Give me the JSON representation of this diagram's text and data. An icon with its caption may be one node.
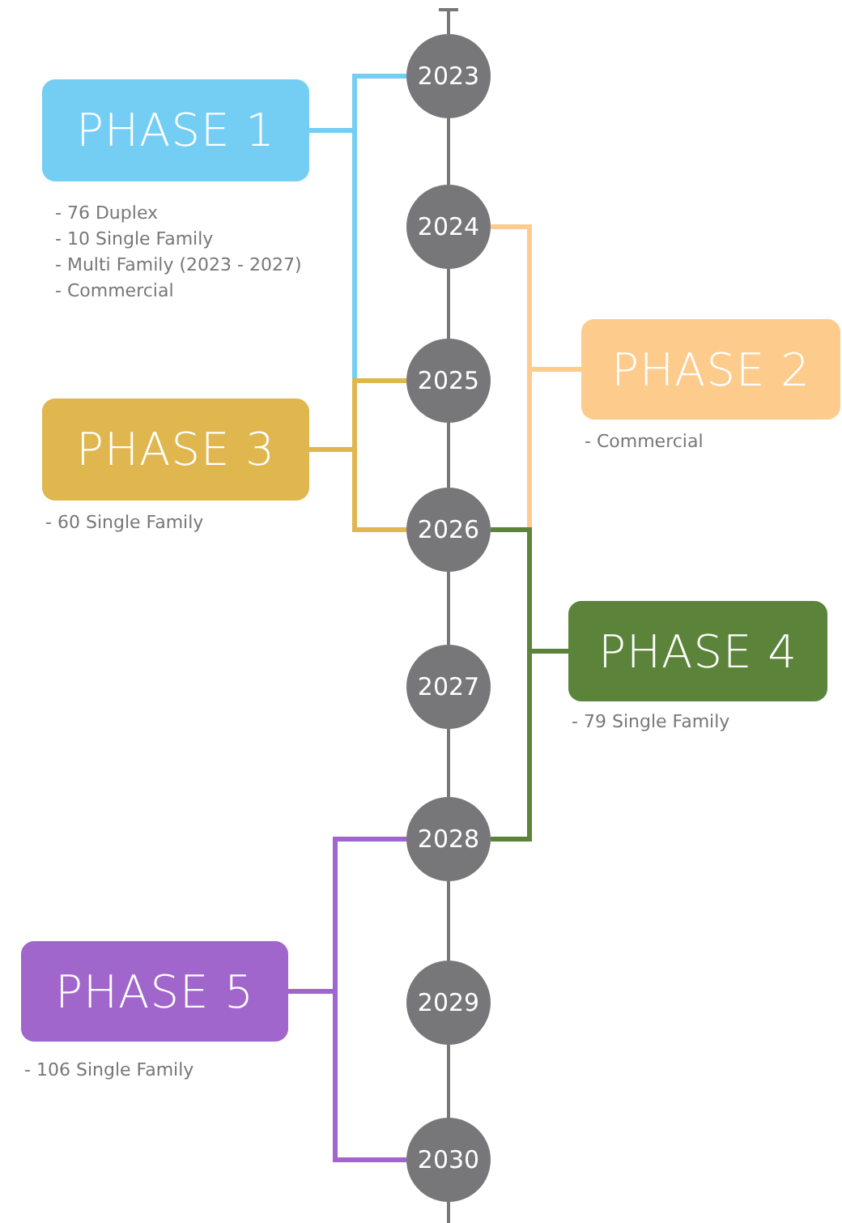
{
  "diagram": {
    "nodes": [
      {
        "text": [
          "2023"
        ]
      },
      {
        "text": [
          "2024"
        ]
      },
      {
        "text": [
          "2025"
        ]
      },
      {
        "text": [
          "2026"
        ]
      },
      {
        "text": [
          "2027"
        ]
      },
      {
        "text": [
          "2028"
        ]
      },
      {
        "text": [
          "2029"
        ]
      },
      {
        "text": [
          "2030"
        ]
      },
      {
        "text": [
          "PHASE 1"
        ],
        "beside": [
          "- 76 Duplex",
          "- 10 Single Family",
          "- Multi Family (2023 - 2027)",
          "- Commercial"
        ]
      },
      {
        "text": [
          "PHASE 2"
        ],
        "beside": [
          "- Commercial"
        ]
      },
      {
        "text": [
          "PHASE 3"
        ],
        "beside": [
          "- 60 Single Family"
        ]
      },
      {
        "text": [
          "PHASE 4"
        ],
        "beside": [
          "- 79 Single Family"
        ]
      },
      {
        "text": [
          "PHASE 5"
        ],
        "beside": [
          "- 106 Single Family"
        ]
      }
    ],
    "edges": [
      {
        "from": null,
        "to": 0,
        "arrow": "other"
      },
      {
        "from": 0,
        "to": 1,
        "arrow": "none"
      },
      {
        "from": 1,
        "to": 2,
        "arrow": "none"
      },
      {
        "from": 2,
        "to": 3,
        "arrow": "none"
      },
      {
        "from": 3,
        "to": 4,
        "arrow": "none"
      },
      {
        "from": 4,
        "to": 5,
        "arrow": "none"
      },
      {
        "from": 5,
        "to": 6,
        "arrow": "none"
      },
      {
        "from": 6,
        "to": 7,
        "arrow": "none"
      },
      {
        "from": 7,
        "to": null,
        "arrow": "none"
      },
      {
        "from": 8,
        "to": 0,
        "arrow": "none",
        "color": "#74cef4"
      },
      {
        "from": 8,
        "to": 2,
        "arrow": "none",
        "color": "#74cef4"
      },
      {
        "from": 9,
        "to": 1,
        "arrow": "none",
        "color": "#fdcb8c"
      },
      {
        "from": 9,
        "to": 3,
        "arrow": "none",
        "color": "#fdcb8c"
      },
      {
        "from": 10,
        "to": 2,
        "arrow": "none",
        "color": "#e0b64e"
      },
      {
        "from": 10,
        "to": 3,
        "arrow": "none",
        "color": "#e0b64e"
      },
      {
        "from": 11,
        "to": 3,
        "arrow": "none",
        "color": "#5b843a"
      },
      {
        "from": 11,
        "to": 5,
        "arrow": "none",
        "color": "#5b843a"
      },
      {
        "from": 12,
        "to": 5,
        "arrow": "none",
        "color": "#a066cb"
      },
      {
        "from": 12,
        "to": 7,
        "arrow": "none",
        "color": "#a066cb"
      }
    ]
  }
}
